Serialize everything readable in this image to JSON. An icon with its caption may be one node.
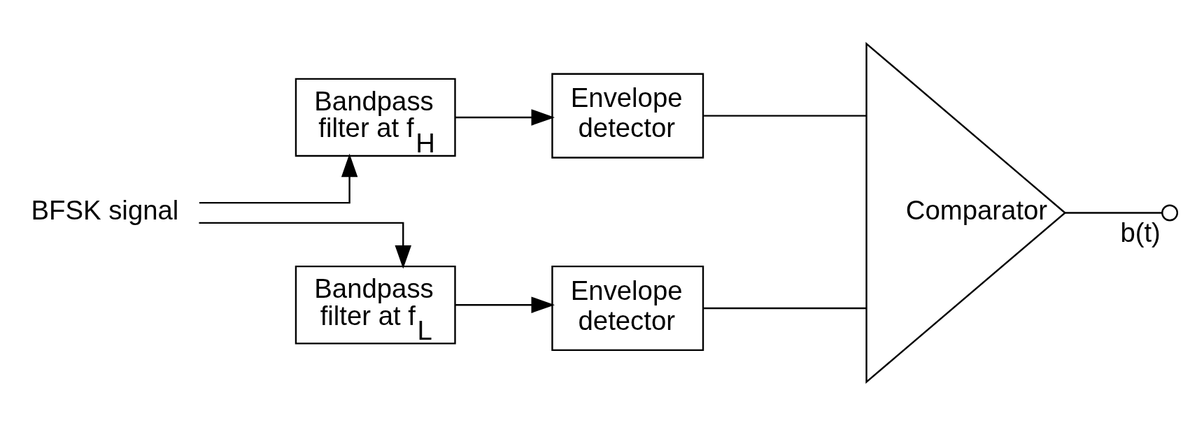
{
  "diagram": {
    "nodes": [
      {
        "text": [
          "BFSK signal"
        ]
      },
      {
        "text": [
          "Bandpass filter at f$_{H}$"
        ]
      },
      {
        "text": [
          "Envelope detector"
        ]
      },
      {
        "text": [
          "Bandpass filter at f$_{L}$"
        ]
      },
      {
        "text": [
          "Envelope detector"
        ]
      },
      {
        "text": [
          "Comparator"
        ]
      },
      {
        "text": [],
        "shape": "circle",
        "beside": [
          "b(t)"
        ]
      }
    ],
    "edges": [
      {
        "from": 0,
        "to": 1,
        "arrow": "to"
      },
      {
        "from": 0,
        "to": 3,
        "arrow": "to"
      },
      {
        "from": 1,
        "to": 2,
        "arrow": "to"
      },
      {
        "from": 3,
        "to": 4,
        "arrow": "to"
      },
      {
        "from": 2,
        "to": 5,
        "arrow": "none"
      },
      {
        "from": 4,
        "to": 5,
        "arrow": "none"
      },
      {
        "from": 5,
        "to": 6,
        "arrow": "none"
      }
    ]
  }
}
